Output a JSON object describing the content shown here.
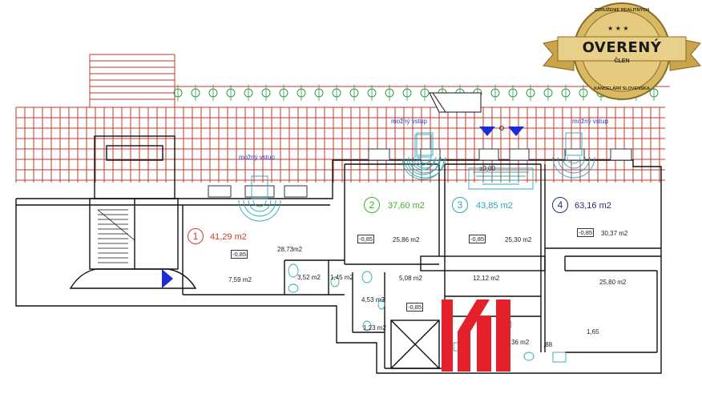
{
  "units": [
    {
      "no": "1",
      "area": "41,29 m2",
      "color": "#d23b2b"
    },
    {
      "no": "2",
      "area": "37,60 m2",
      "color": "#3fae2a"
    },
    {
      "no": "3",
      "area": "43,85 m2",
      "color": "#2aa6b8"
    },
    {
      "no": "4",
      "area": "63,16 m2",
      "color": "#1f2d7a"
    }
  ],
  "entrance_label": "možný vstup",
  "room_areas": [
    "28,73m2",
    "7,59 m2",
    "3,52 m2",
    "1,45 m2",
    "25,86 m2",
    "5,08 m2",
    "4,53 m2",
    "1,23 m2",
    "25,30 m2",
    "12,12 m2",
    "30,37 m2",
    "25,80 m2",
    "36 m2",
    ",88",
    "1,65"
  ],
  "levels": [
    "-0,85",
    "-0,85",
    "-0,85",
    "-0,85",
    "-0,85"
  ],
  "ground_level": "±0,00",
  "badge": {
    "title": "OVERENÝ",
    "subtitle": "ČLEN",
    "arc_top": "ZDRUŽENIE REALITNÝCH",
    "arc_bottom": "KANCELÁRIÍ SLOVENSKA",
    "gold_color": "#c9a44a"
  },
  "colors": {
    "grid": "#c0392b",
    "walls": "#111111",
    "fixtures": "#29a8b8",
    "plants": "#2f9e44",
    "arrow": "#1b2bd6",
    "logo": "#e4202a"
  }
}
